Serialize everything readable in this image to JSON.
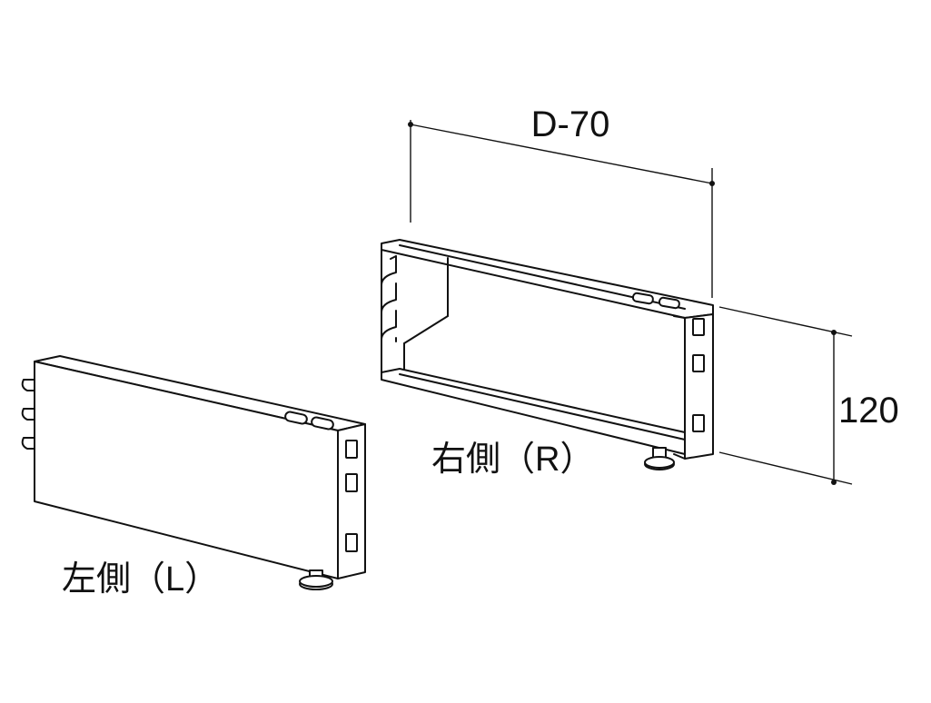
{
  "dimensions": {
    "depth_label": "D-70",
    "height_label": "120"
  },
  "parts": {
    "right": {
      "label": "右側（R）"
    },
    "left": {
      "label": "左側（L）"
    }
  },
  "colors": {
    "line": "#111111",
    "background": "#ffffff"
  }
}
